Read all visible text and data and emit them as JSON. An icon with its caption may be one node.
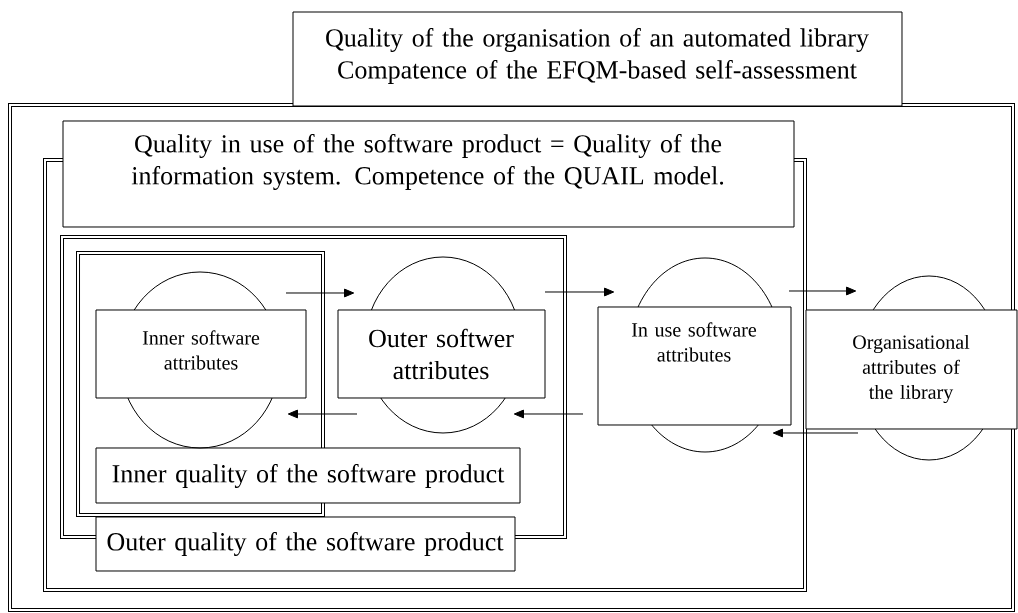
{
  "diagram": {
    "nodes": [
      {
        "text": [
          "Quality of the organisation of an automated library",
          "Compatence of the EFQM-based self-assessment"
        ]
      },
      {
        "text": [
          "Quality in use of the software product = Quality of the information system. Competence of the QUAIL model."
        ],
        "in": 0
      },
      {
        "text": [
          "Outer quality of the software product"
        ],
        "in": 1
      },
      {
        "text": [
          "Inner quality of the software product"
        ],
        "in": 2
      },
      {
        "text": [
          "Inner software attributes"
        ],
        "in": 3
      },
      {
        "text": [
          "Outer softwer attributes"
        ],
        "in": 2
      },
      {
        "text": [
          "In use software attributes"
        ],
        "in": 1
      },
      {
        "text": [
          "Organisational attributes of the library"
        ],
        "in": 0
      }
    ],
    "edges": [
      {
        "from": 4,
        "to": 5,
        "arrow": "to"
      },
      {
        "from": 5,
        "to": 4,
        "arrow": "to"
      },
      {
        "from": 5,
        "to": 6,
        "arrow": "to"
      },
      {
        "from": 6,
        "to": 5,
        "arrow": "to"
      },
      {
        "from": 6,
        "to": 7,
        "arrow": "to"
      },
      {
        "from": 7,
        "to": 6,
        "arrow": "to"
      }
    ]
  }
}
